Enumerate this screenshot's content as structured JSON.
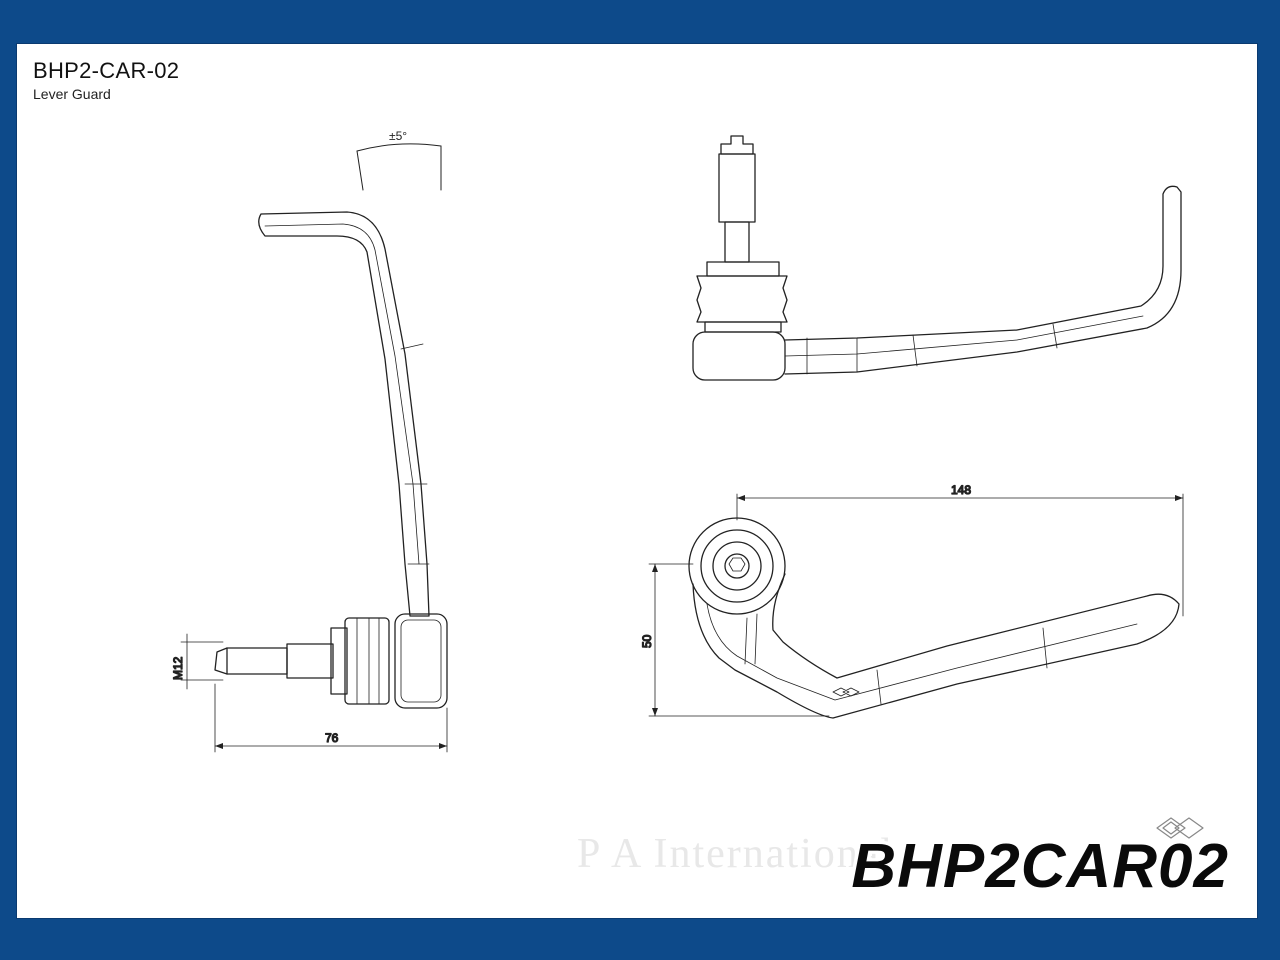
{
  "drawing": {
    "part_number": "BHP2-CAR-02",
    "part_name": "Lever Guard",
    "overlay_code": "BHP2CAR02",
    "watermark_text": "P A International",
    "dimensions": {
      "angle": "±5°",
      "thread": "M12",
      "length_side": "76",
      "length_bottom": "148",
      "height_bottom": "50"
    },
    "colors": {
      "border": "#0d4a8a",
      "sheet": "#ffffff",
      "line": "#222222"
    }
  }
}
